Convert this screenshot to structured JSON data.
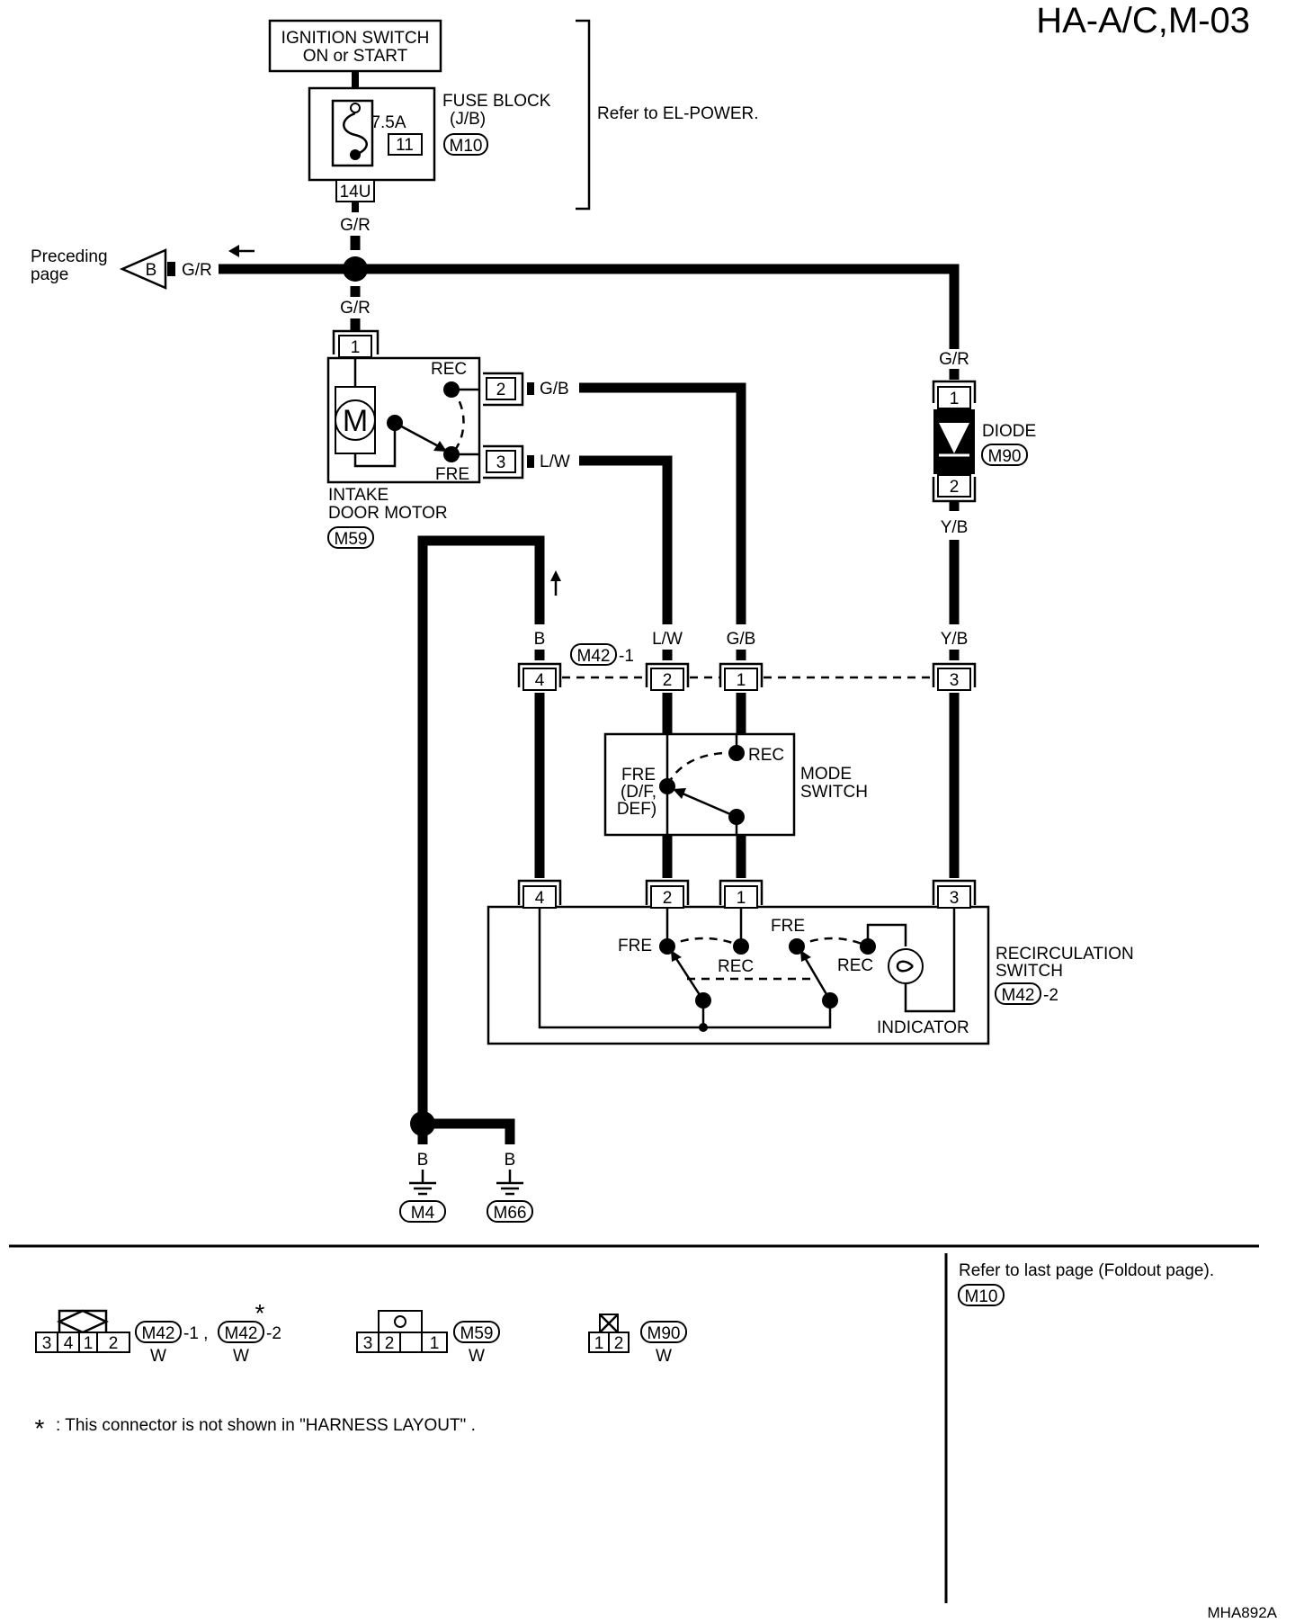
{
  "header": {
    "code": "HA-A/C,M-03"
  },
  "power": {
    "ignition_line1": "IGNITION SWITCH",
    "ignition_line2": "ON or START",
    "fuse_rating": "7.5A",
    "fuse_number": "11",
    "fuse_block_line1": "FUSE BLOCK",
    "fuse_block_line2": "(J/B)",
    "fuse_block_connector": "M10",
    "fuse_terminal": "14U",
    "refer_note": "Refer to EL-POWER."
  },
  "wires": {
    "fuse_out": "G/R",
    "preceding": "G/R",
    "to_motor": "G/R",
    "to_diode": "G/R",
    "motor_rec": "G/B",
    "motor_fre": "L/W",
    "diode_out": "Y/B",
    "m42_pin4": "B",
    "m42_pin2": "L/W",
    "m42_pin1": "G/B",
    "m42_pin3": "Y/B",
    "ground_m4": "B",
    "ground_m66": "B"
  },
  "preceding": {
    "line1": "Preceding",
    "line2": "page",
    "connector": "B"
  },
  "motor": {
    "symbol": "M",
    "pin1": "1",
    "pin2": "2",
    "pin3": "3",
    "rec": "REC",
    "fre": "FRE",
    "name_line1": "INTAKE",
    "name_line2": "DOOR MOTOR",
    "connector": "M59"
  },
  "diode": {
    "name": "DIODE",
    "connector": "M90",
    "pin1": "1",
    "pin2": "2"
  },
  "m42_1": {
    "connector": "M42",
    "suffix": "-1",
    "pins": [
      "4",
      "2",
      "1",
      "3"
    ]
  },
  "mode_switch": {
    "fre_line1": "FRE",
    "fre_line2": "(D/F,",
    "fre_line3": "DEF)",
    "rec": "REC",
    "name_line1": "MODE",
    "name_line2": "SWITCH"
  },
  "recirc_switch": {
    "pins": [
      "4",
      "2",
      "1",
      "3"
    ],
    "fre_a": "FRE",
    "rec_a": "REC",
    "fre_b": "FRE",
    "rec_b": "REC",
    "indicator": "INDICATOR",
    "name_line1": "RECIRCULATION",
    "name_line2": "SWITCH",
    "connector": "M42",
    "suffix": "-2"
  },
  "grounds": [
    {
      "connector": "M4"
    },
    {
      "connector": "M66"
    }
  ],
  "connector_views": {
    "m42": {
      "pins": [
        "3",
        "4",
        "1",
        "2"
      ],
      "label_a": "M42",
      "suffix_a": "-1 ,",
      "label_b": "M42",
      "suffix_b": "-2",
      "star": "*",
      "color": "W",
      "color_b": "W"
    },
    "m59": {
      "pins": [
        "3",
        "2",
        "1"
      ],
      "label": "M59",
      "color": "W"
    },
    "m90": {
      "pins": [
        "1",
        "2"
      ],
      "label": "M90",
      "color": "W"
    }
  },
  "footnote": {
    "star": "*",
    "text": ":  This connector is not shown in \"HARNESS LAYOUT\" ."
  },
  "right_note": {
    "text": "Refer to last page (Foldout page).",
    "connector": "M10"
  },
  "figure_id": "MHA892A"
}
